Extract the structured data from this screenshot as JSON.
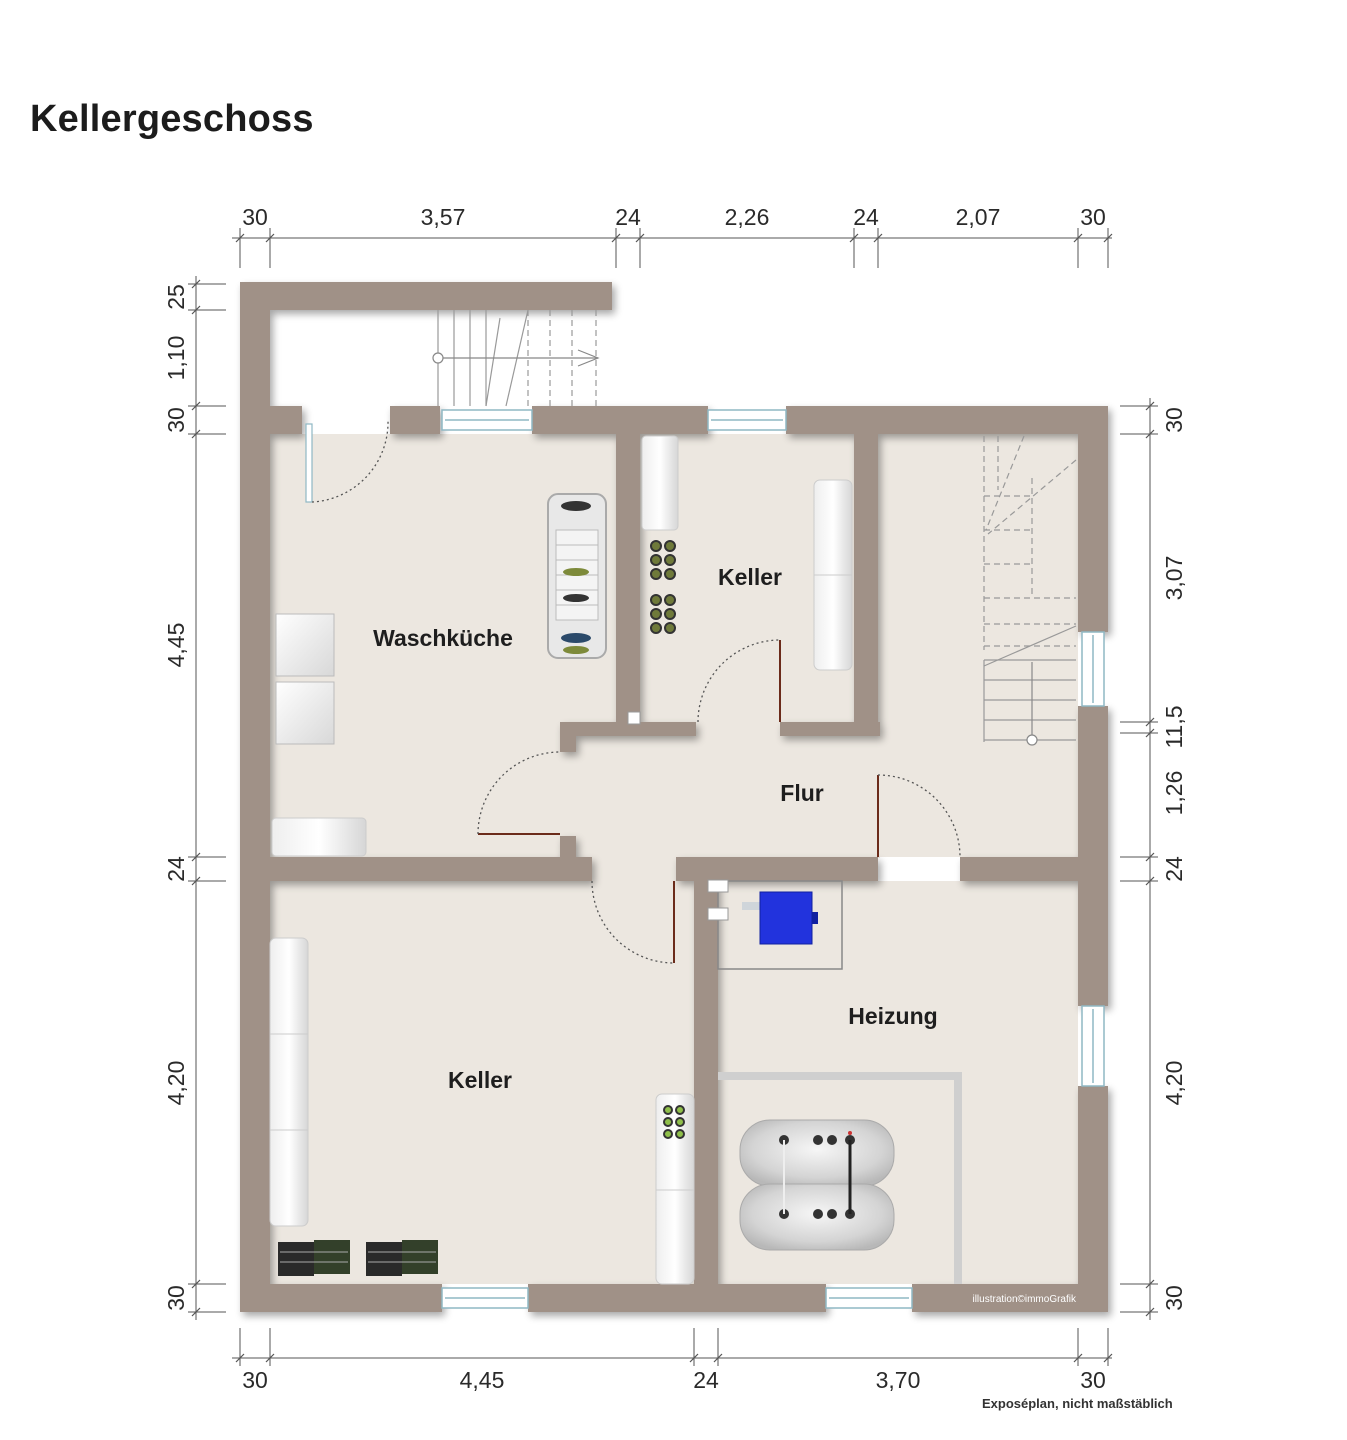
{
  "title": "Kellergeschoss",
  "rooms": {
    "waschkueche": "Waschküche",
    "keller_top": "Keller",
    "flur": "Flur",
    "keller_bottom": "Keller",
    "heizung": "Heizung"
  },
  "dimensions": {
    "top": [
      "30",
      "3,57",
      "24",
      "2,26",
      "24",
      "2,07",
      "30"
    ],
    "bottom": [
      "30",
      "4,45",
      "24",
      "3,70",
      "30"
    ],
    "left": [
      "25",
      "1,10",
      "30",
      "4,45",
      "24",
      "4,20",
      "30"
    ],
    "right": [
      "30",
      "3,07",
      "11,5",
      "1,26",
      "24",
      "4,20",
      "30"
    ]
  },
  "credit": "illustration©immoGrafik",
  "footnote": "Exposéplan, nicht maßstäblich",
  "colors": {
    "wall": "#a09187",
    "floor": "#ece7e0",
    "dimension_line": "#555555",
    "boiler": "#2233dd"
  }
}
